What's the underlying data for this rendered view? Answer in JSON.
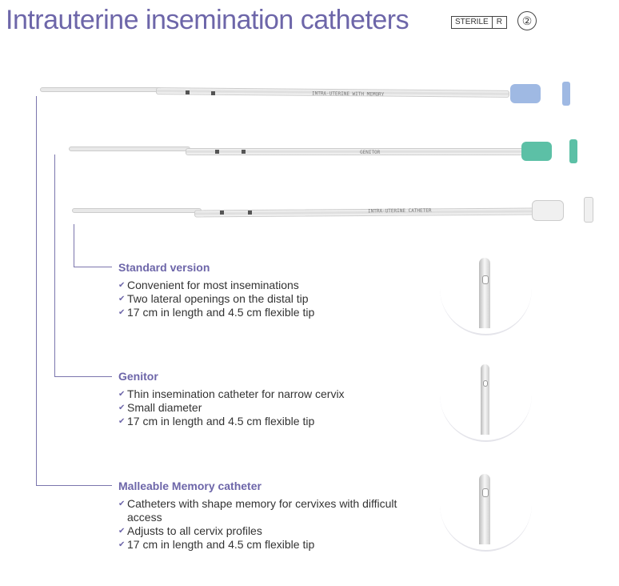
{
  "title": "Intrauterine insemination catheters",
  "symbols": {
    "sterile": "STERILE",
    "method": "R",
    "single_use": "②"
  },
  "catheters": [
    {
      "print": "INTRA-UTERINE WITH MEMORY",
      "hub_color": "#9fb9e3"
    },
    {
      "print": "GENITOR",
      "hub_color": "#5cc0a6"
    },
    {
      "print": "INTRA-UTERINE CATHETER",
      "hub_color": "#f0f0f0"
    }
  ],
  "sections": [
    {
      "heading": "Standard version",
      "items": [
        "Convenient for most inseminations",
        "Two lateral openings on the distal tip",
        "17 cm in length and 4.5 cm flexible tip"
      ]
    },
    {
      "heading": "Genitor",
      "items": [
        "Thin insemination catheter for narrow cervix",
        "Small diameter",
        "17 cm in length and 4.5 cm flexible tip"
      ]
    },
    {
      "heading": "Malleable Memory catheter",
      "items": [
        "Catheters with shape memory for cervixes with difficult access",
        "Adjusts to all cervix profiles",
        "17 cm in length and 4.5 cm flexible tip"
      ]
    }
  ],
  "check_glyph": "✔"
}
